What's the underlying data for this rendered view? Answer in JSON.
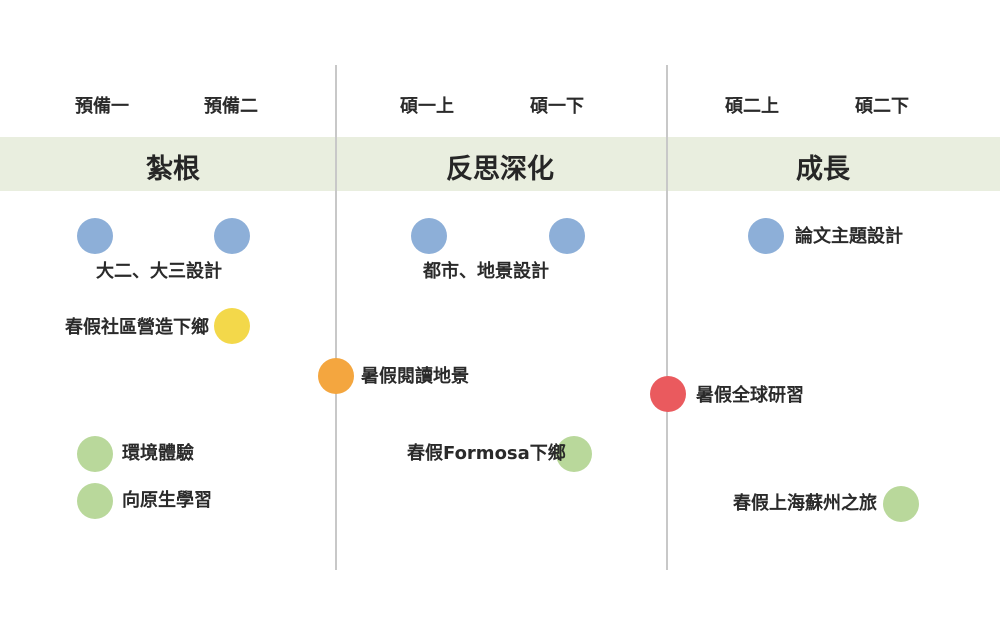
{
  "semesters": [
    "預備一",
    "預備二",
    "碩一上",
    "碩一下",
    "碩二上",
    "碩二下"
  ],
  "phases": [
    "紮根",
    "反思深化",
    "成長"
  ],
  "activities": {
    "design_2_3": "大二、大三設計",
    "spring_rural": "春假社區營造下鄉",
    "env_experience": "環境體驗",
    "indigenous_learning": "向原生學習",
    "urban_landscape": "都市、地景設計",
    "summer_reading": "暑假閱讀地景",
    "spring_formosa": "春假Formosa下鄉",
    "thesis_design": "論文主題設計",
    "summer_global": "暑假全球研習",
    "spring_shanghai": "春假上海蘇州之旅"
  },
  "colors": {
    "band": "#e9eedf",
    "divider": "#c8c8c8",
    "blue": "#8dafd8",
    "yellow": "#f3d84a",
    "orange": "#f4a63f",
    "red": "#ea5a5e",
    "green": "#b9d89b"
  }
}
